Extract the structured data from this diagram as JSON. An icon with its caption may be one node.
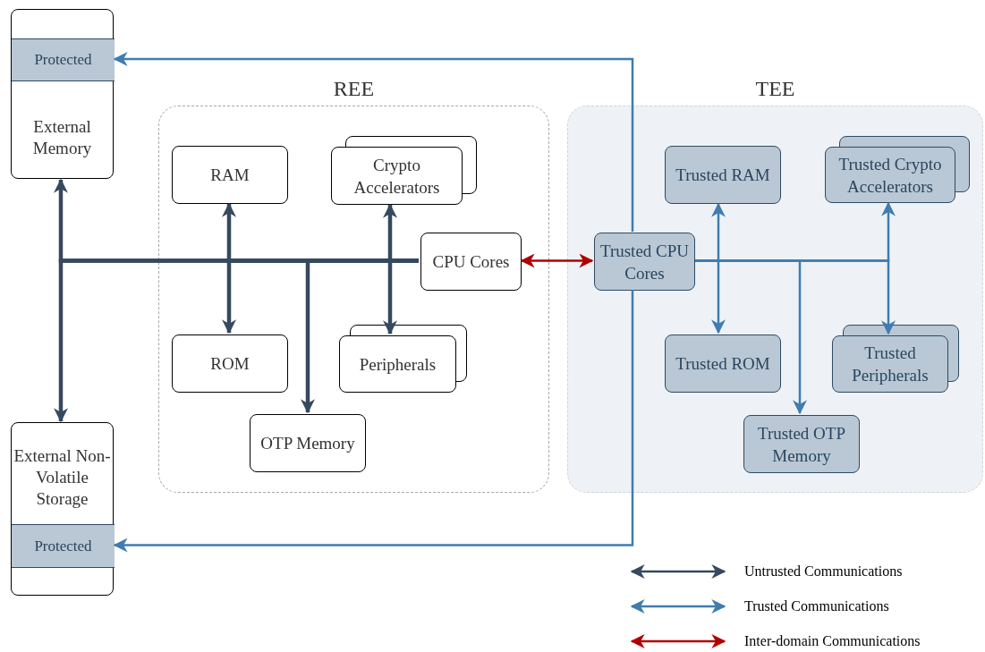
{
  "diagram": {
    "nodes": [
      {
        "text": [
          "External Memory"
        ]
      },
      {
        "text": [
          "Protected"
        ],
        "in": 0
      },
      {
        "text": [
          "REE"
        ]
      },
      {
        "text": [
          "RAM"
        ],
        "in": 2
      },
      {
        "text": [
          "Crypto Accelerators"
        ],
        "in": 2
      },
      {
        "text": [
          "CPU Cores"
        ],
        "in": 2
      },
      {
        "text": [
          "ROM"
        ],
        "in": 2
      },
      {
        "text": [
          "Peripherals"
        ],
        "in": 2
      },
      {
        "text": [
          "OTP Memory"
        ],
        "in": 2
      },
      {
        "text": [
          "TEE"
        ]
      },
      {
        "text": [
          "Trusted RAM"
        ],
        "in": 9
      },
      {
        "text": [
          "Trusted Crypto Accelerators"
        ],
        "in": 9
      },
      {
        "text": [
          "Trusted CPU Cores"
        ],
        "in": 9
      },
      {
        "text": [
          "Trusted ROM"
        ],
        "in": 9
      },
      {
        "text": [
          "Trusted Peripherals"
        ],
        "in": 9
      },
      {
        "text": [
          "Trusted OTP Memory"
        ],
        "in": 9
      },
      {
        "text": [
          "External Non-Volatile Storage"
        ]
      },
      {
        "text": [
          "Protected"
        ],
        "in": 16
      }
    ],
    "edges": [
      {
        "from": 5,
        "to": 0,
        "arrow": "to",
        "style": "thick",
        "color": "#36495e"
      },
      {
        "from": 5,
        "to": 16,
        "arrow": "to",
        "style": "thick",
        "color": "#36495e"
      },
      {
        "from": 5,
        "to": 8,
        "arrow": "to",
        "style": "thick",
        "color": "#36495e"
      },
      {
        "from": 5,
        "to": 3,
        "arrow": "to",
        "style": "thick",
        "color": "#36495e"
      },
      {
        "from": 5,
        "to": 6,
        "arrow": "to",
        "style": "thick",
        "color": "#36495e"
      },
      {
        "from": 5,
        "to": 4,
        "arrow": "to",
        "style": "thick",
        "color": "#36495e"
      },
      {
        "from": 5,
        "to": 7,
        "arrow": "to",
        "style": "thick",
        "color": "#36495e"
      },
      {
        "from": 5,
        "to": 12,
        "arrow": "both",
        "color": "#b00000"
      },
      {
        "from": 12,
        "to": 10,
        "arrow": "to",
        "color": "#3f7cb0"
      },
      {
        "from": 12,
        "to": 13,
        "arrow": "to",
        "color": "#3f7cb0"
      },
      {
        "from": 12,
        "to": 15,
        "arrow": "to",
        "color": "#3f7cb0"
      },
      {
        "from": 12,
        "to": 11,
        "arrow": "to",
        "color": "#3f7cb0"
      },
      {
        "from": 12,
        "to": 14,
        "arrow": "to",
        "color": "#3f7cb0"
      },
      {
        "from": 12,
        "to": 1,
        "arrow": "to",
        "color": "#3f7cb0"
      },
      {
        "from": 12,
        "to": 17,
        "arrow": "to",
        "color": "#3f7cb0"
      }
    ],
    "legend": [
      {
        "text": "Untrusted Communications",
        "color": "#36495e"
      },
      {
        "text": "Trusted Communications",
        "color": "#3f7cb0"
      },
      {
        "text": "Inter-domain Communications",
        "color": "#b00000"
      }
    ]
  }
}
